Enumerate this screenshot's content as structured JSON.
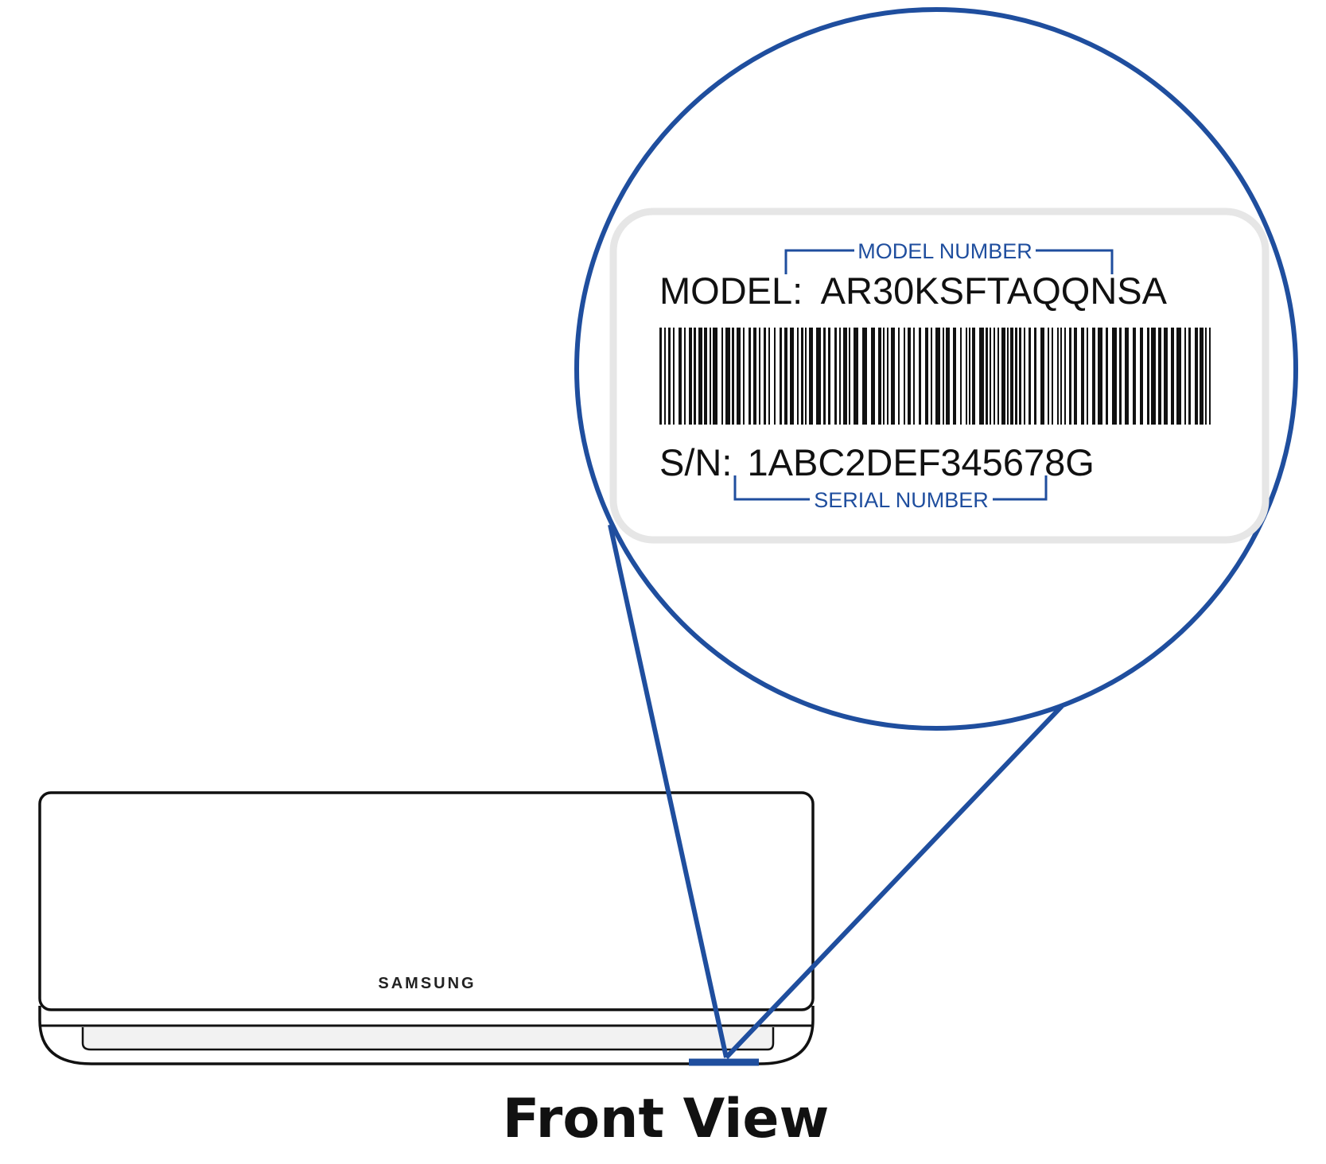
{
  "label": {
    "model_prefix": "MODEL:",
    "model_value": "AR30KSFTAQQNSA",
    "serial_prefix": "S/N:",
    "serial_value": "1ABC2DEF345678G"
  },
  "callouts": {
    "model_number": "MODEL NUMBER",
    "serial_number": "SERIAL NUMBER"
  },
  "unit": {
    "brand": "SAMSUNG"
  },
  "caption": "Front View",
  "colors": {
    "accent": "#1f4e9e",
    "label_border": "#e6e6e6",
    "ink": "#111111"
  }
}
